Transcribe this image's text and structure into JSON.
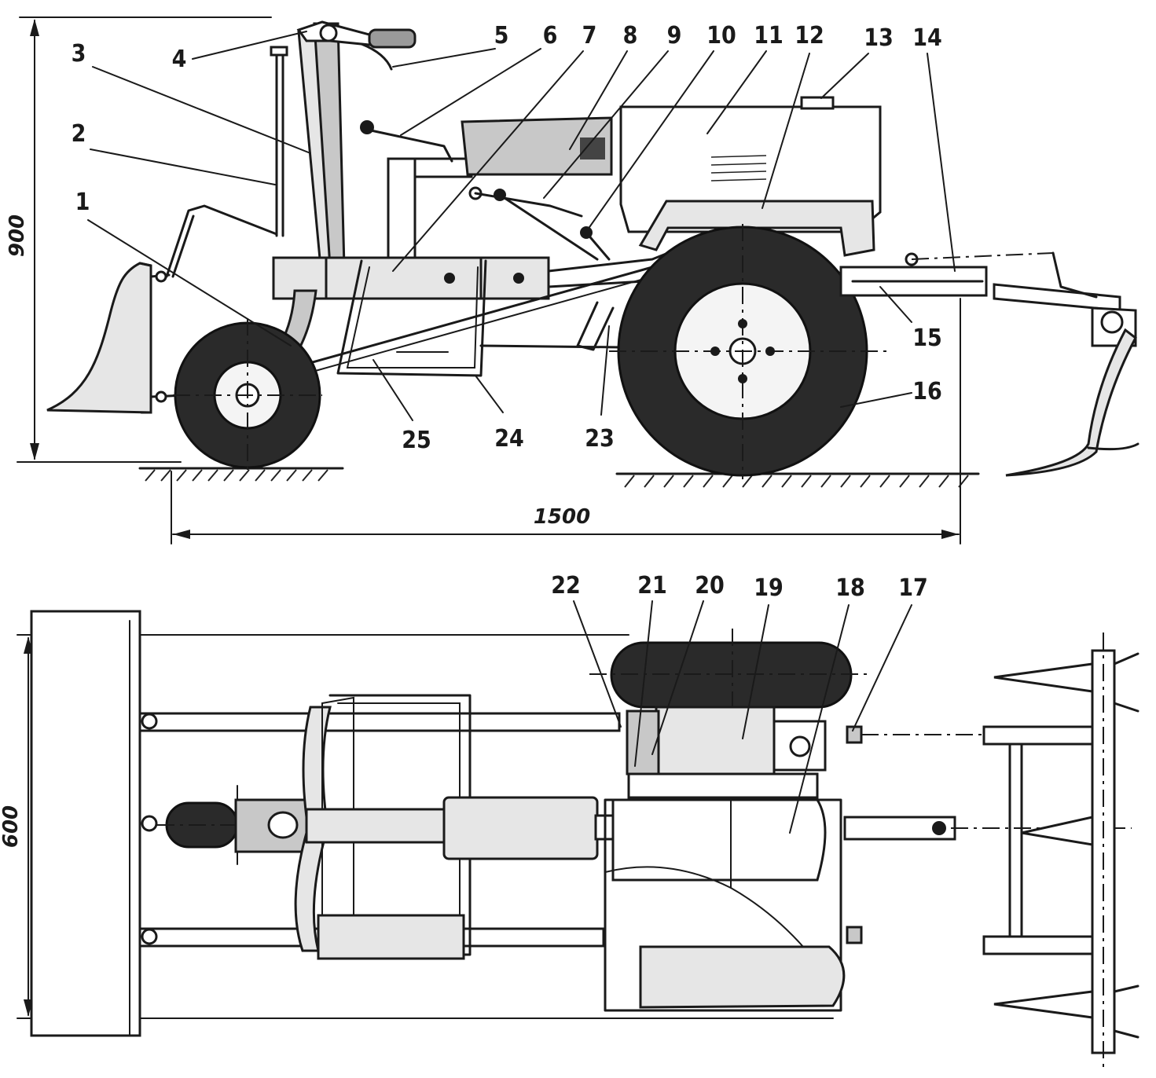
{
  "side_view": {
    "labels": [
      "1",
      "2",
      "3",
      "4",
      "5",
      "6",
      "7",
      "8",
      "9",
      "10",
      "11",
      "12",
      "13",
      "14",
      "15",
      "16",
      "23",
      "24",
      "25"
    ],
    "dims": {
      "height": "900",
      "length": "1500"
    }
  },
  "top_view": {
    "labels": [
      "17",
      "18",
      "19",
      "20",
      "21",
      "22"
    ],
    "dims": {
      "width": "600"
    }
  }
}
